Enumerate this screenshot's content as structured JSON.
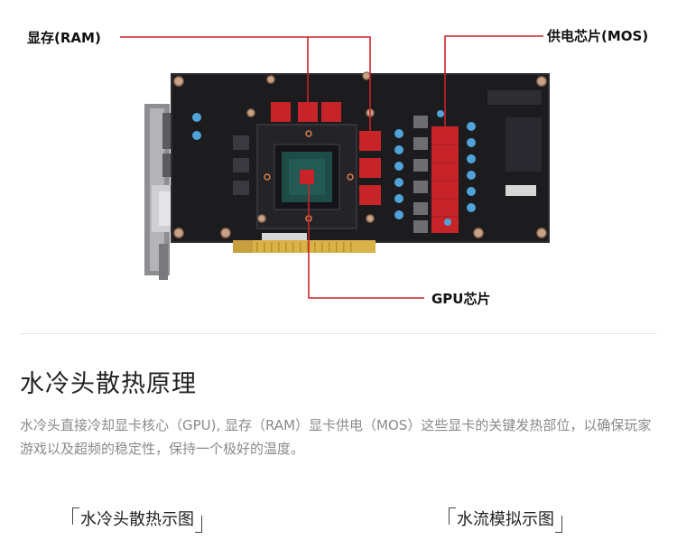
{
  "image": {
    "labels": {
      "ram": "显存(RAM)",
      "mos": "供电芯片(MOS)",
      "gpu": "GPU芯片"
    },
    "colors": {
      "pcb": "#1c1b1d",
      "highlight": "#c7242a",
      "gold": "#d9b24a",
      "capacitor": "#4fa3d8"
    }
  },
  "section": {
    "title": "水冷头散热原理",
    "description": "水冷头直接冷却显卡核心（GPU), 显存（RAM）显卡供电（MOS）这些显卡的关键发热部位，以确保玩家游戏以及超频的稳定性，保持一个极好的温度。"
  },
  "captions": {
    "left": "水冷头散热示图",
    "right": "水流模拟示图"
  }
}
